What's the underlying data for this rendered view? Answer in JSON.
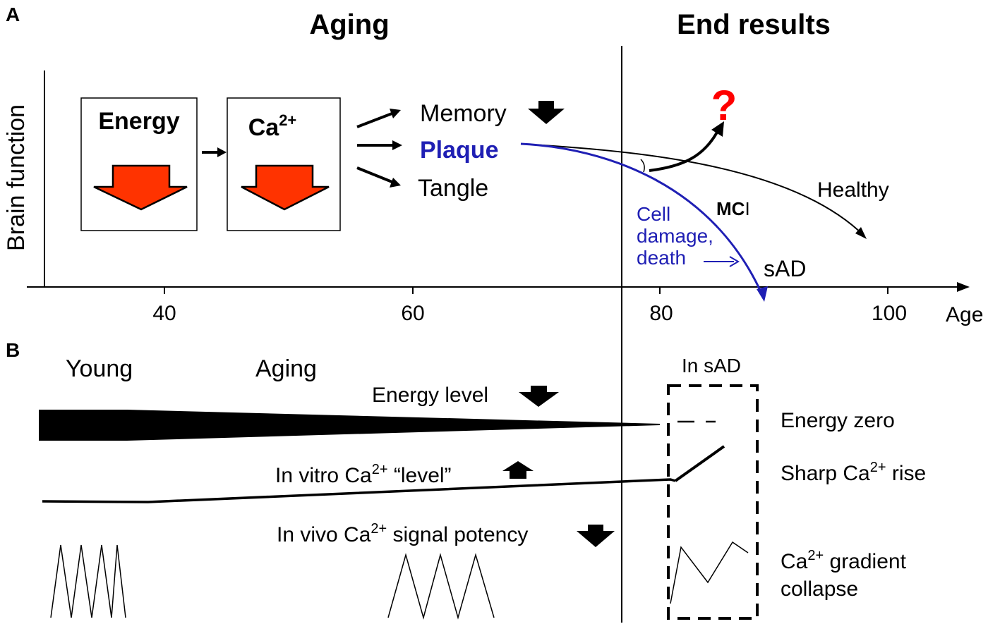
{
  "panel_a": {
    "panel_label": "A",
    "header_aging": "Aging",
    "header_end_results": "End results",
    "y_axis_label": "Brain function",
    "x_axis": {
      "ticks": [
        "40",
        "60",
        "80",
        "100"
      ],
      "label": "Age"
    },
    "boxes": [
      {
        "title": "Energy",
        "arrow": "down-arrow-icon"
      },
      {
        "title_base": "Ca",
        "title_sup": "2+",
        "arrow": "down-arrow-icon"
      }
    ],
    "outcomes": {
      "memory": "Memory",
      "plaque": "Plaque",
      "tangle": "Tangle"
    },
    "question_mark": "?",
    "curve_labels": {
      "healthy": "Healthy",
      "mci_bold": "MC",
      "mci_rest": "I",
      "cell_damage": [
        "Cell",
        "damage,",
        "death"
      ],
      "sad": "sAD"
    }
  },
  "panel_b": {
    "panel_label": "B",
    "young": "Young",
    "aging": "Aging",
    "in_sad": "In sAD",
    "energy_level": "Energy level",
    "in_vitro_prefix": "In vitro  Ca",
    "in_vitro_sup": "2+",
    "in_vitro_suffix": " “level”",
    "in_vivo_prefix": "In vivo Ca",
    "in_vivo_sup": "2+",
    "in_vivo_suffix": " signal potency",
    "right_labels": {
      "energy_zero": "Energy zero",
      "sharp_prefix": "Sharp Ca",
      "sharp_sup": "2+",
      "sharp_suffix": " rise",
      "gradient_base": "Ca",
      "gradient_sup": "2+",
      "gradient_line1_suffix": " gradient",
      "gradient_line2": "collapse"
    }
  },
  "colors": {
    "blue": "#1f1fb4",
    "red_arrow": "#ff3300",
    "question": "#ff0000",
    "black": "#000000"
  }
}
